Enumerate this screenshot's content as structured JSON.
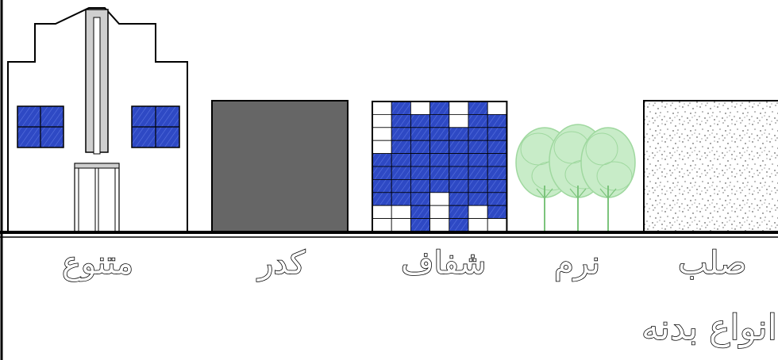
{
  "caption": "انواع بدنه",
  "facades": [
    {
      "key": "varied",
      "label": "متنوع"
    },
    {
      "key": "opaque",
      "label": "كدر"
    },
    {
      "key": "transparent",
      "label": "شفاف"
    },
    {
      "key": "soft",
      "label": "نرم"
    },
    {
      "key": "solid",
      "label": "صلب"
    }
  ],
  "colors": {
    "window_blue": "#2e49c4",
    "opaque_gray": "#666666",
    "tree_green": "#a8dca8",
    "line_black": "#000000"
  }
}
